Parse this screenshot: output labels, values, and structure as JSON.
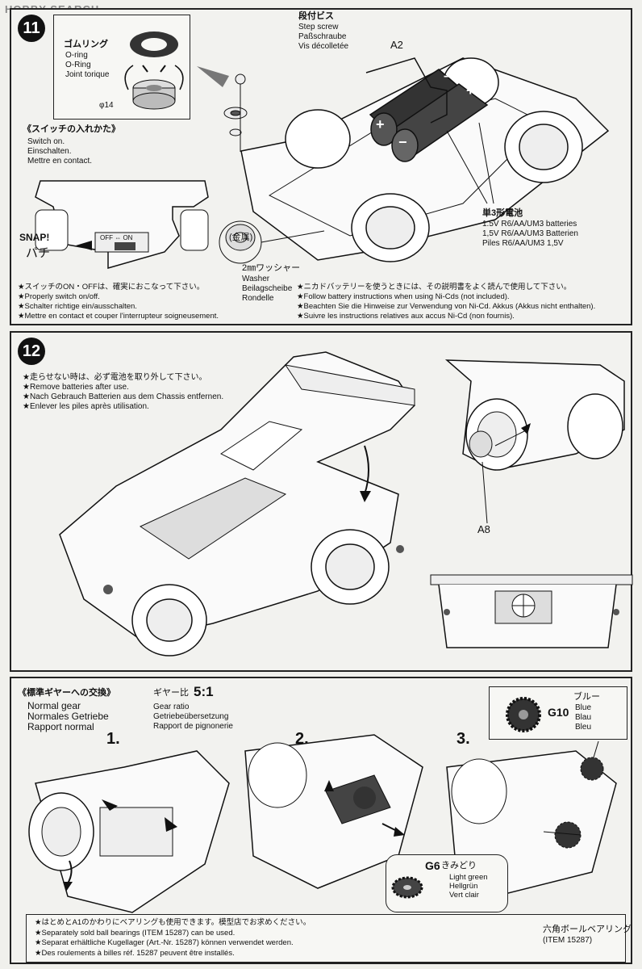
{
  "watermark": "HOBBY SEARCH",
  "step11": {
    "number": "11",
    "oring_jp": "ゴムリング",
    "oring_text": "O-ring\nO-Ring\nJoint torique",
    "phi": "φ14",
    "stepscrew_jp": "段付ビス",
    "stepscrew_text": "Step screw\nPaßschraube\nVis décolletée",
    "part_a2": "A2",
    "switch_jp": "《スイッチの入れかた》",
    "switch_text": "Switch on.\nEinschalten.\nMettre en contact.",
    "snap": "SNAP!",
    "snap_jp": "パチ",
    "off_on": "OFF ⇔ ON",
    "metal_jp": "(金属)",
    "washer_jp": "2㎜ワッシャー",
    "washer_text": "Washer\nBeilagscheibe\nRondelle",
    "battery_jp": "単3形電池",
    "battery_text": "1.5V R6/AA/UM3 batteries\n1,5V R6/AA/UM3 Batterien\nPiles R6/AA/UM3 1,5V",
    "note_left": "★スイッチのON・OFFは、確実におこなって下さい。\n★Properly switch on/off.\n★Schalter richtige ein/ausschalten.\n★Mettre en contact et couper l'interrupteur soigneusement.",
    "note_right": "★ニカドバッテリーを使うときには、その説明書をよく読んで使用して下さい。\n★Follow battery instructions when using Ni-Cds (not included).\n★Beachten Sie die Hinweise zur Verwendung von Ni-Cd. Akkus (Akkus nicht enthalten).\n★Suivre les instructions relatives aux accus Ni-Cd (non fournis)."
  },
  "step12": {
    "number": "12",
    "note": "★走らせない時は、必ず電池を取り外して下さい。\n★Remove batteries after use.\n★Nach Gebrauch Batterien aus dem Chassis entfernen.\n★Enlever les piles après utilisation.",
    "part_a8": "A8"
  },
  "gear": {
    "title_jp": "《標準ギヤーへの交換》",
    "title_text": "Normal gear\nNormales Getriebe\nRapport normal",
    "ratio_jp": "ギヤー比",
    "ratio_value": "5:1",
    "ratio_text": "Gear ratio\nGetriebeübersetzung\nRapport de pignonerie",
    "sub1": "1.",
    "sub2": "2.",
    "sub3": "3.",
    "g10_label": "G10",
    "g10_jp": "ブルー",
    "g10_text": "Blue\nBlau\nBleu",
    "g6_label": "G6",
    "g6_jp": "きみどり",
    "g6_text": "Light green\nHellgrün\nVert clair",
    "bearing_note": "★はとめとA1のかわりにベアリングも使用できます。模型店でお求めください。\n★Separately sold ball bearings (ITEM 15287) can be used.\n★Separat erhältliche Kugellager (Art.-Nr. 15287) können verwendet werden.\n★Des roulements à billes réf. 15287 peuvent être installés.",
    "bearing_jp": "六角ボールベアリング",
    "bearing_item": "(ITEM 15287)"
  }
}
